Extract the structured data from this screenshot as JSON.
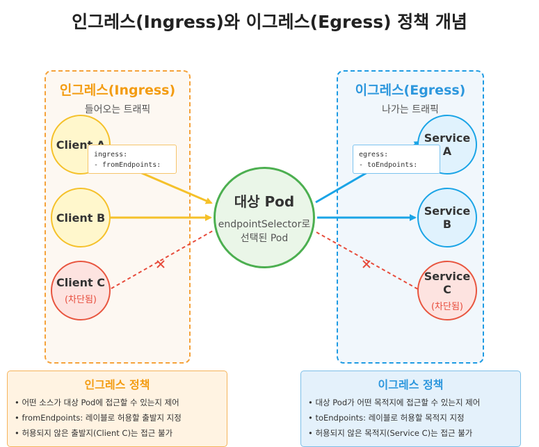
{
  "title": "인그레스(Ingress)와 이그레스(Egress) 정책 개념",
  "ingress_zone": {
    "title": "인그레스(Ingress)",
    "subtitle": "들어오는 트래픽"
  },
  "egress_zone": {
    "title": "이그레스(Egress)",
    "subtitle": "나가는 트래픽"
  },
  "clients": [
    {
      "label": "Client A",
      "blocked": ""
    },
    {
      "label": "Client B",
      "blocked": ""
    },
    {
      "label": "Client C",
      "blocked": "(차단됨)"
    }
  ],
  "services": [
    {
      "label": "Service A",
      "blocked": ""
    },
    {
      "label": "Service B",
      "blocked": ""
    },
    {
      "label": "Service C",
      "blocked": "(차단됨)"
    }
  ],
  "pod": {
    "name": "대상 Pod",
    "desc": "endpointSelector로\n선택된 Pod"
  },
  "ingress_code": "ingress:\n- fromEndpoints:",
  "egress_code": "egress:\n- toEndpoints:",
  "ingress_policy": {
    "title": "인그레스 정책",
    "items": [
      "어떤 소스가 대상 Pod에 접근할 수 있는지 제어",
      "fromEndpoints: 레이블로 허용할 출발지 지정",
      "허용되지 않은 출발지(Client C)는 접근 불가"
    ]
  },
  "egress_policy": {
    "title": "이그레스 정책",
    "items": [
      "대상 Pod가 어떤 목적지에 접근할 수 있는지 제어",
      "toEndpoints: 레이블로 허용할 목적지 지정",
      "허용되지 않은 목적지(Service C)는 접근 불가"
    ]
  },
  "colors": {
    "ingress_accent": "#f39c12",
    "egress_accent": "#2d97dd",
    "allowed_in": "#f5c12a",
    "allowed_out": "#1aa4e6",
    "denied": "#e74c3c",
    "pod": "#4caf50"
  }
}
